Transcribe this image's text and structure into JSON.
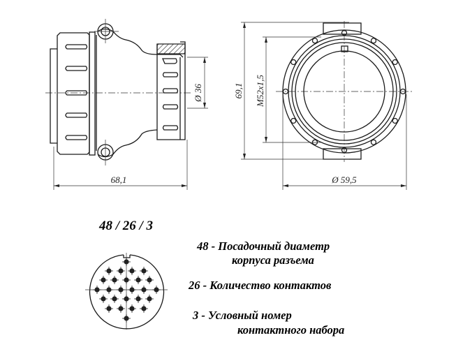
{
  "drawing": {
    "dimensions": {
      "length": "68,1",
      "diameter_small": "Ø 36",
      "height": "69,1",
      "thread": "M52x1,5",
      "diameter_outer": "Ø 59,5"
    },
    "designation": "48 / 26 / 3",
    "contact_count": 26,
    "legend": [
      {
        "code": "48",
        "dash": "-",
        "line1": "Посадочный диаметр",
        "line2": "корпуса разъема"
      },
      {
        "code": "26",
        "dash": "-",
        "line1": "Количество контактов",
        "line2": ""
      },
      {
        "code": "3",
        "dash": "-",
        "line1": "Условный номер",
        "line2": "контактного набора"
      }
    ]
  }
}
